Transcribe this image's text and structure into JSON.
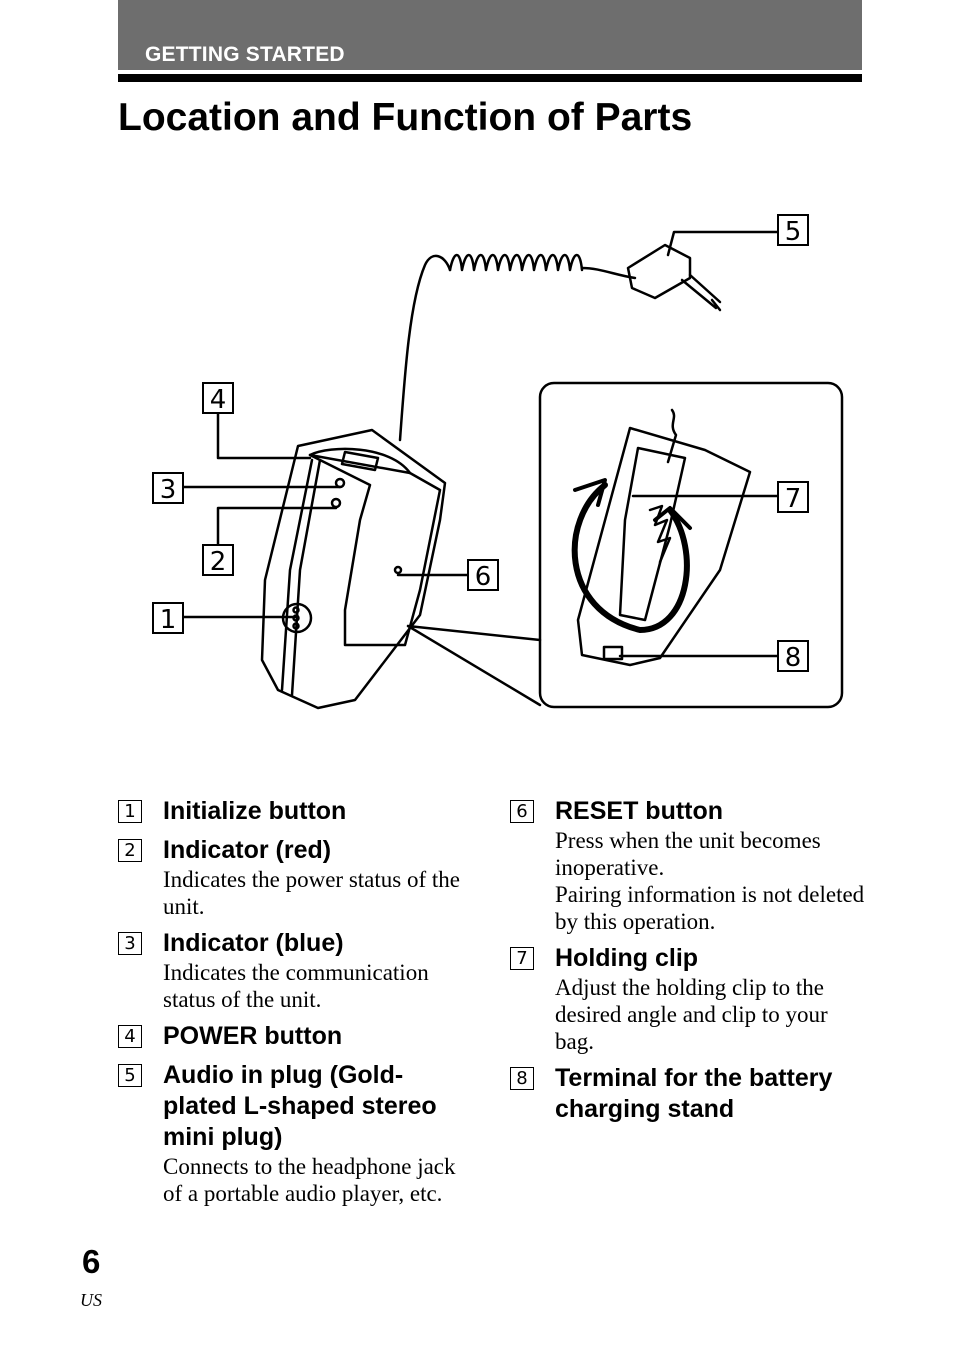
{
  "header": {
    "section": "GETTING STARTED"
  },
  "title": "Location and Function of Parts",
  "illustration": {
    "callouts": [
      "1",
      "2",
      "3",
      "4",
      "5",
      "6",
      "7",
      "8"
    ]
  },
  "parts": {
    "left": [
      {
        "number": "1",
        "title": "Initialize button"
      },
      {
        "number": "2",
        "title": "Indicator (red)",
        "description": "Indicates the power status of the unit."
      },
      {
        "number": "3",
        "title": "Indicator (blue)",
        "description": "Indicates the communication status of the unit."
      },
      {
        "number": "4",
        "title": "POWER button"
      },
      {
        "number": "5",
        "title": "Audio in plug (Gold-plated L-shaped stereo mini plug)",
        "description": "Connects to the headphone jack of a portable audio player, etc."
      }
    ],
    "right": [
      {
        "number": "6",
        "title": "RESET button",
        "description": "Press when the unit becomes inoperative.",
        "description2": "Pairing information is not deleted by this operation."
      },
      {
        "number": "7",
        "title": "Holding clip",
        "description": "Adjust the holding clip to the desired angle and clip to your bag."
      },
      {
        "number": "8",
        "title": "Terminal for the battery charging stand"
      }
    ]
  },
  "footer": {
    "page_number": "6",
    "region": "US"
  }
}
